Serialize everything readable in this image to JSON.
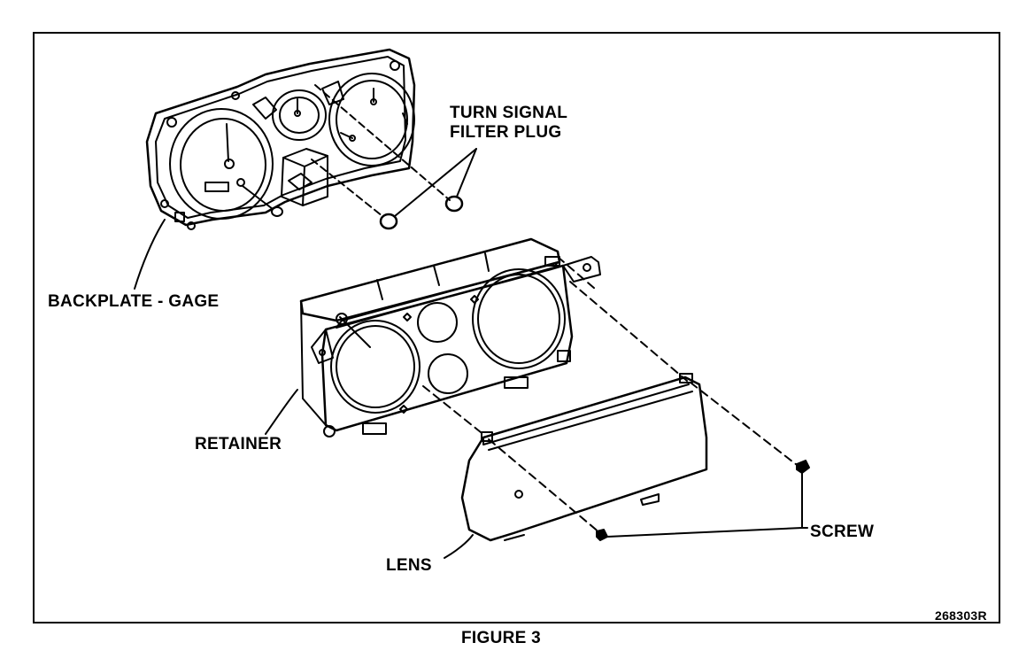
{
  "labels": {
    "turn_signal_line1": "TURN SIGNAL",
    "turn_signal_line2": "FILTER PLUG",
    "backplate": "BACKPLATE - GAGE",
    "retainer": "RETAINER",
    "lens": "LENS",
    "screw": "SCREW",
    "drawing_code": "268303R",
    "figure_caption": "FIGURE 3"
  }
}
